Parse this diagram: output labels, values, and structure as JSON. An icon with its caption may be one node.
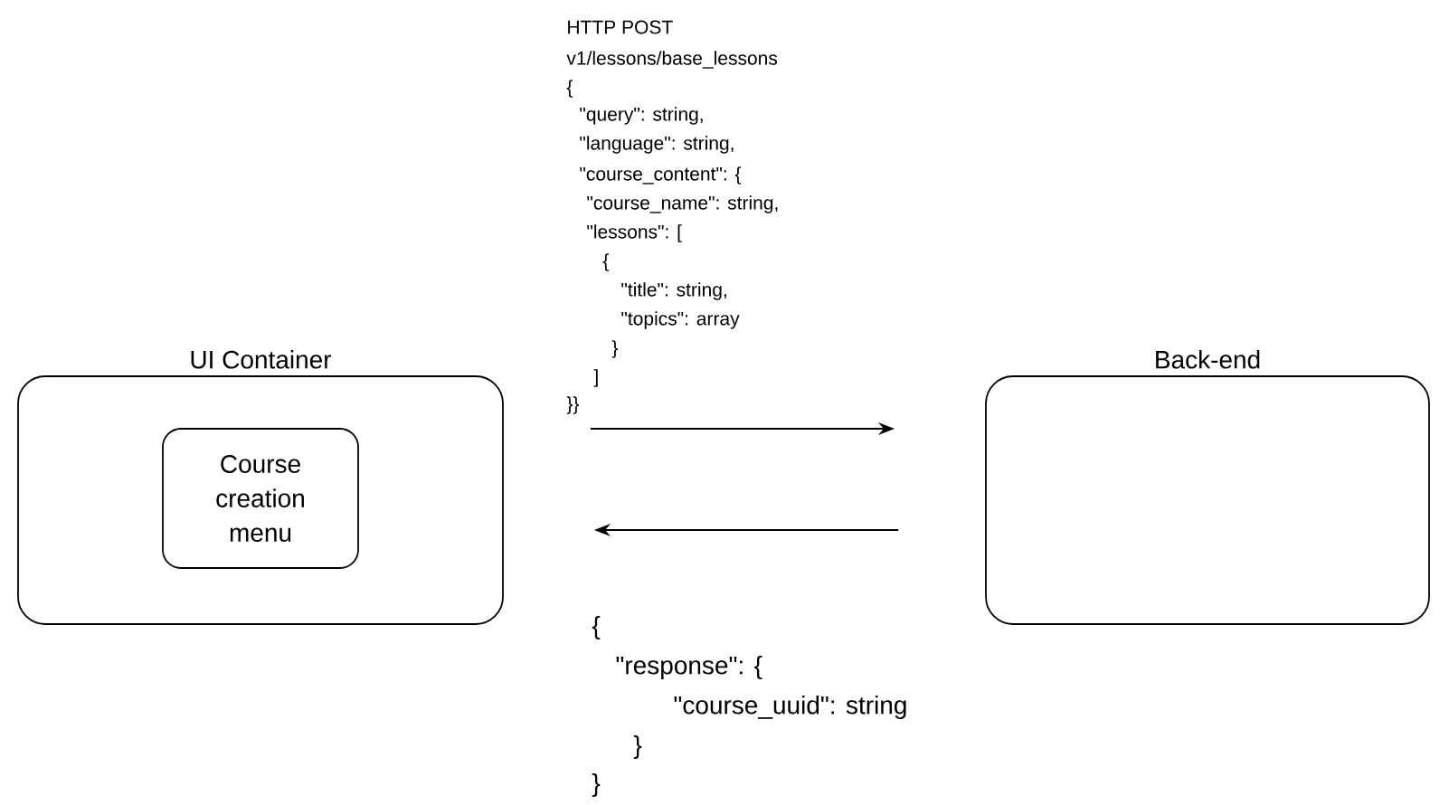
{
  "diagram": {
    "nodes": [
      {
        "text": [
          "UI Container"
        ]
      },
      {
        "text": [
          "Course creation menu"
        ],
        "in": 0
      },
      {
        "text": [
          "Back-end"
        ]
      }
    ],
    "edges": [
      {
        "from": 0,
        "to": 2,
        "arrow": "to"
      },
      {
        "from": 2,
        "to": 0,
        "arrow": "to"
      }
    ],
    "labels": [
      "HTTP POST",
      "v1/lessons/base_lessons",
      "{",
      "\"query\": string,",
      "\"language\": string,",
      "\"course_content\": {",
      "\"course_name\": string,",
      "\"lessons\": [",
      "{",
      "\"title\": string,",
      "\"topics\": array",
      "}",
      "]",
      "}}",
      "{",
      "\"response\": {",
      "\"course_uuid\": string",
      "}",
      "}"
    ]
  }
}
